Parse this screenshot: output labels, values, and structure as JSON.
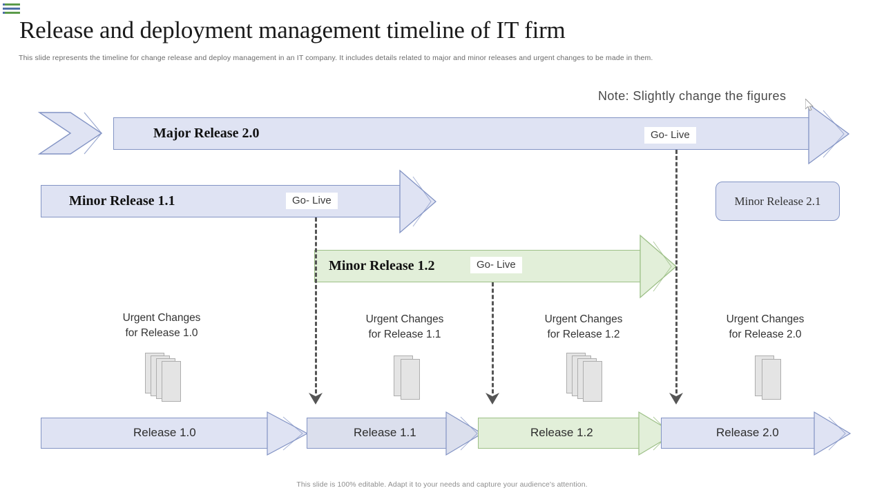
{
  "header": {
    "logo_icon": "green-blue-bars-logo-icon",
    "title": "Release and deployment management timeline of IT firm",
    "subtitle": "This slide represents the timeline  for change release and deploy management  in an IT  company. It includes details related to major  and minor  releases and urgent changes to be made  in  them.",
    "note": "Note: Slightly change the figures"
  },
  "timeline": {
    "major": {
      "label": "Major Release 2.0",
      "golive": "Go- Live",
      "chevron_icon": "double-chevron-icon",
      "color": "#dfe3f3",
      "border": "#8293c4"
    },
    "minor_11": {
      "label": "Minor Release 1.1",
      "golive": "Go- Live",
      "color": "#dfe3f3",
      "border": "#8293c4"
    },
    "minor_12": {
      "label": "Minor Release 1.2",
      "golive": "Go- Live",
      "color": "#e2efd9",
      "border": "#9cbf86"
    },
    "minor_21": {
      "label": "Minor Release 2.1",
      "color": "#dfe3f3",
      "border": "#8293c4"
    }
  },
  "urgent_changes": [
    {
      "line1": "Urgent Changes",
      "line2": "for Release 1.0",
      "sheets": 4
    },
    {
      "line1": "Urgent Changes",
      "line2": "for Release 1.1",
      "sheets": 2
    },
    {
      "line1": "Urgent Changes",
      "line2": "for Release 1.2",
      "sheets": 4
    },
    {
      "line1": "Urgent Changes",
      "line2": "for Release 2.0",
      "sheets": 2
    }
  ],
  "releases": [
    {
      "label": "Release 1.0",
      "color": "#dfe3f3",
      "border": "#8293c4"
    },
    {
      "label": "Release 1.1",
      "color": "#dbdfed",
      "border": "#8293c4"
    },
    {
      "label": "Release 1.2",
      "color": "#e2efd9",
      "border": "#9cbf86"
    },
    {
      "label": "Release 2.0",
      "color": "#dfe3f3",
      "border": "#8293c4"
    }
  ],
  "footer": {
    "text": "This slide is 100% editable. Adapt it to your needs and capture your audience's attention."
  }
}
